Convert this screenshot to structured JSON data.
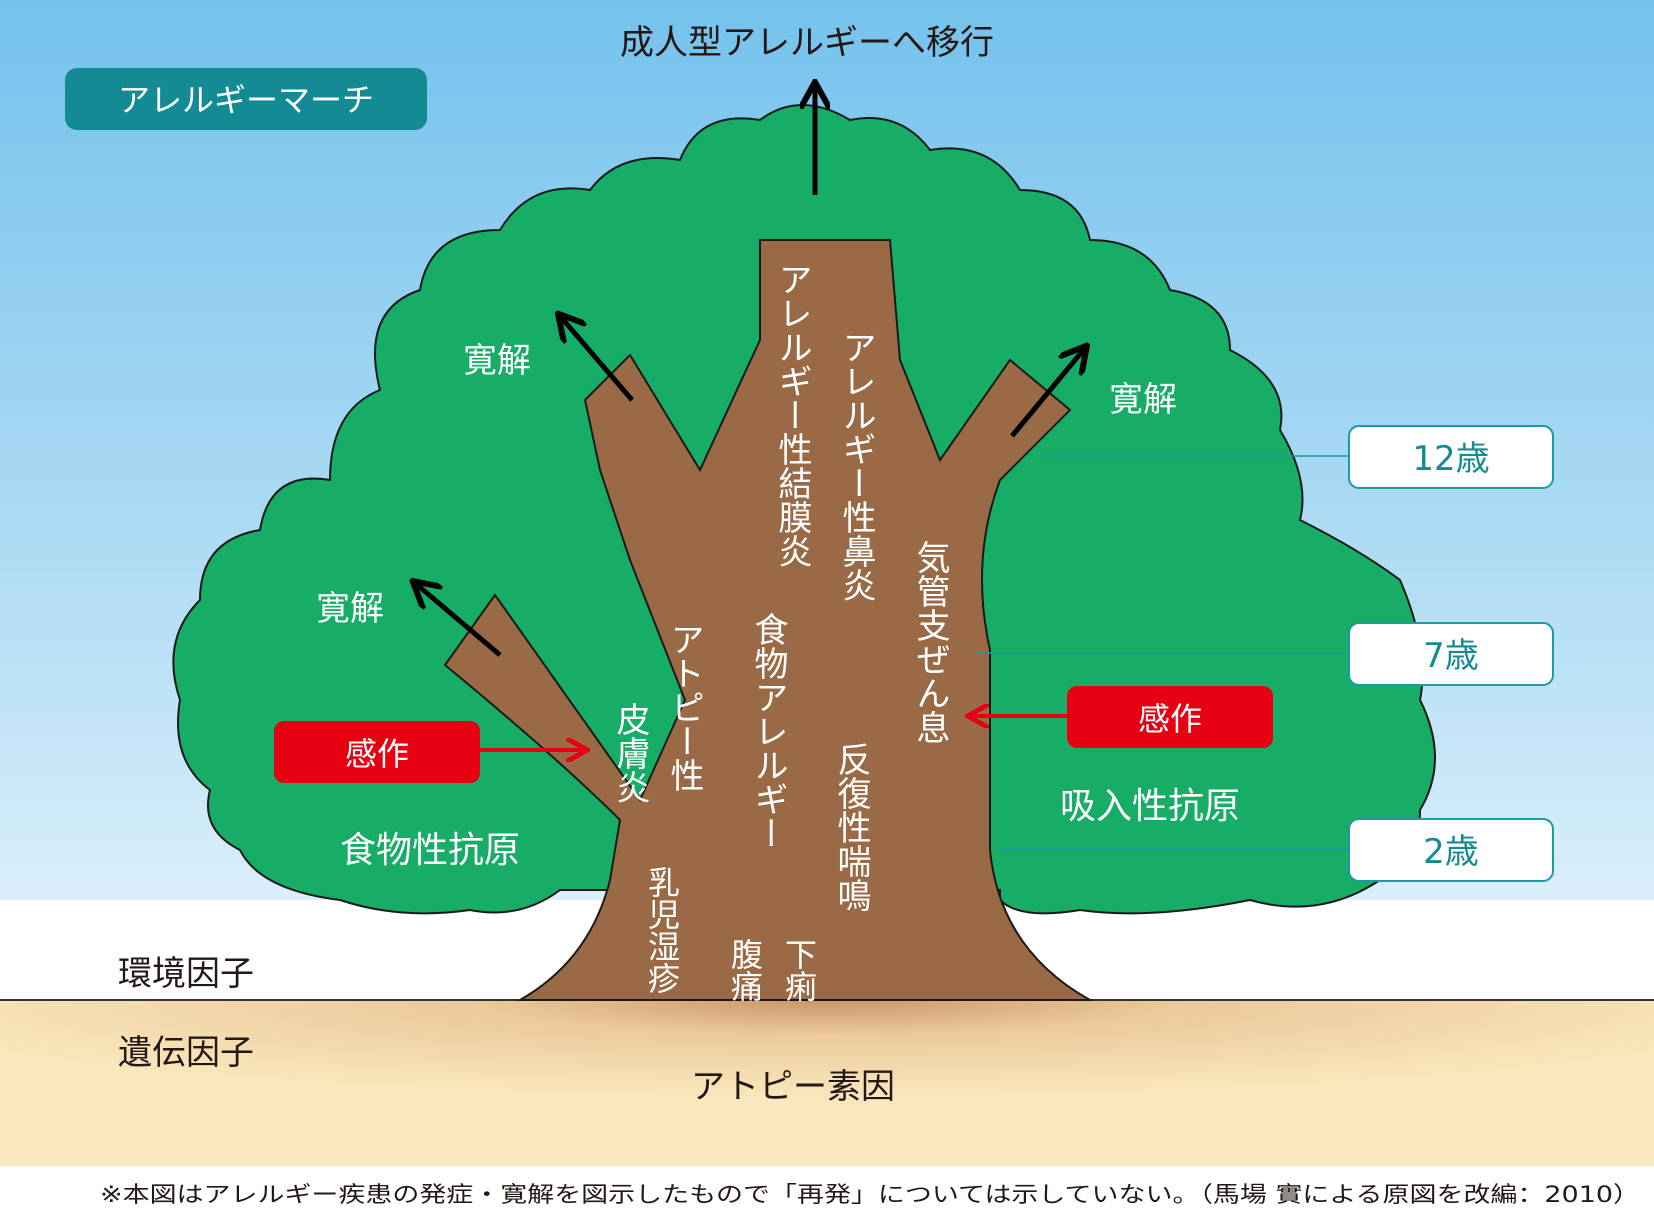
{
  "title_badge": "アレルギーマーチ",
  "top_label": "成人型アレルギーへ移行",
  "remission_labels": [
    "寛解",
    "寛解",
    "寛解"
  ],
  "trigger_label_left": "感作",
  "trigger_label_right": "感作",
  "antigen_food": "食物性抗原",
  "antigen_inhaled": "吸入性抗原",
  "diseases": {
    "allergic_conjunctivitis": "アレルギー性結膜炎",
    "allergic_rhinitis": "アレルギー性鼻炎",
    "bronchial_asthma": "気管支ぜん息",
    "atopic_dermatitis_1": "アトピー性",
    "atopic_dermatitis_2": "皮膚炎",
    "food_allergy": "食物アレルギー",
    "recurrent_wheezing": "反復性喘鳴",
    "infant_eczema": "乳児湿疹",
    "abdominal_pain": "腹痛",
    "diarrhea": "下痢"
  },
  "ages": [
    "12歳",
    "7歳",
    "2歳"
  ],
  "factors": {
    "environmental": "環境因子",
    "genetic": "遺伝因子"
  },
  "root_label": "アトピー素因",
  "footnote": "※本図はアレルギー疾患の発症・寛解を図示したもので「再発」については示していない。（馬場 實による原図を改編：2010）",
  "colors": {
    "sky_top": "#74c2ec",
    "sky_bottom": "#e6f4fb",
    "foliage": "#17ad66",
    "trunk": "#9a6a46",
    "soil": "#f8e6b8",
    "badge": "#148a94",
    "trigger_red": "#e60012",
    "age_border": "#1a9aa3"
  }
}
